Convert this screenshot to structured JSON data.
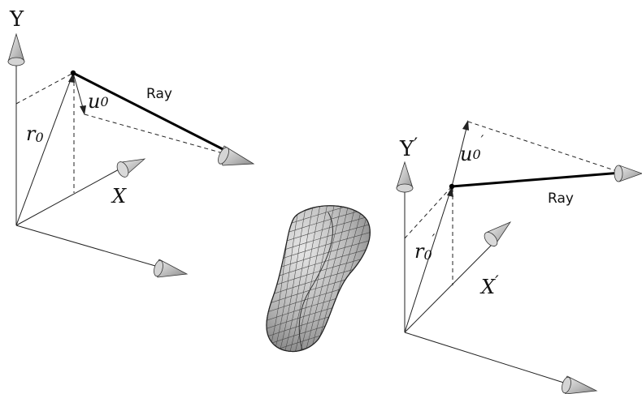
{
  "left_frame": {
    "axis_y": "Y",
    "axis_x": "X",
    "position_label": "r",
    "position_subscript": "0",
    "direction_label": "u",
    "direction_subscript": "0",
    "ray_label": "Ray"
  },
  "right_frame": {
    "axis_y": "Y",
    "axis_y_prime": "′",
    "axis_x": "X",
    "axis_x_prime": "′",
    "position_label": "r",
    "position_subscript": "0",
    "position_prime": "′",
    "direction_label": "u",
    "direction_subscript": "0",
    "direction_prime": "′",
    "ray_label": "Ray"
  },
  "colors": {
    "arrowhead_fill": "#c8c8c8",
    "mesh_fill": "#bdbdbd",
    "line": "#222222"
  }
}
